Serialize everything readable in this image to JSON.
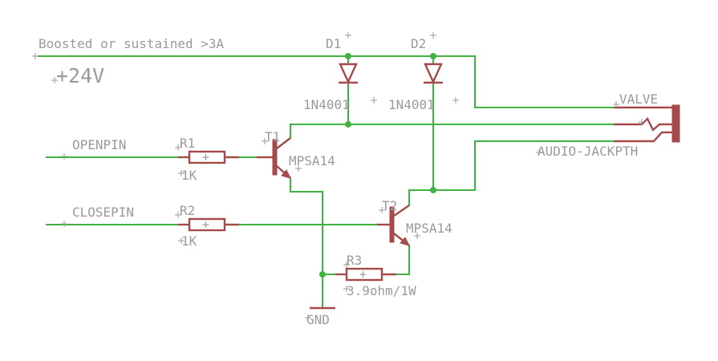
{
  "net_labels": {
    "supply_note": "Boosted or sustained >3A",
    "supply_voltage": "+24V",
    "openpin": "OPENPIN",
    "closepin": "CLOSEPIN",
    "valve": "VALVE",
    "ground": "GND"
  },
  "components": {
    "d1": {
      "ref": "D1",
      "value": "1N4001"
    },
    "d2": {
      "ref": "D2",
      "value": "1N4001"
    },
    "r1": {
      "ref": "R1",
      "value": "1K"
    },
    "r2": {
      "ref": "R2",
      "value": "1K"
    },
    "r3": {
      "ref": "R3",
      "value": "3.9ohm/1W"
    },
    "t1": {
      "ref": "T1",
      "value": "MPSA14"
    },
    "t2": {
      "ref": "T2",
      "value": "MPSA14"
    },
    "jack": {
      "value": "AUDIO-JACKPTH"
    }
  },
  "colors": {
    "wire": "#3fb23f",
    "component": "#a54a4a",
    "label": "#9a9a9a",
    "background": "#ffffff"
  }
}
